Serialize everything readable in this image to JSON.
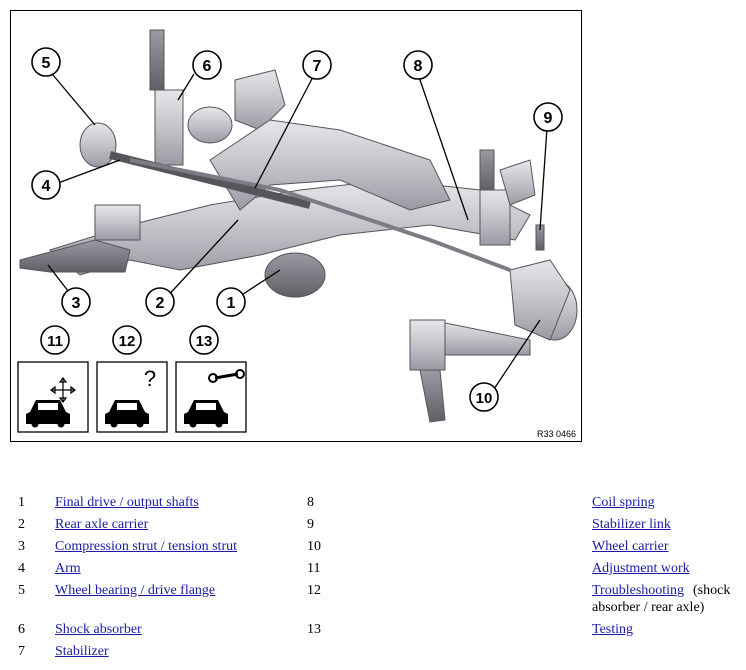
{
  "diagram": {
    "callouts": [
      "1",
      "2",
      "3",
      "4",
      "5",
      "6",
      "7",
      "8",
      "9",
      "10",
      "11",
      "12",
      "13"
    ],
    "image_code": "R33 0466",
    "icons": [
      "adjustment-car-icon",
      "troubleshooting-car-icon",
      "testing-car-icon"
    ]
  },
  "legend": {
    "rows": [
      {
        "left_num": "1",
        "left_text": "Final drive / output shafts",
        "right_num": "8",
        "right_text": "Coil spring",
        "right_note": ""
      },
      {
        "left_num": "2",
        "left_text": "Rear axle carrier",
        "right_num": "9",
        "right_text": "Stabilizer link",
        "right_note": ""
      },
      {
        "left_num": "3",
        "left_text": "Compression strut / tension strut",
        "right_num": "10",
        "right_text": "Wheel carrier",
        "right_note": ""
      },
      {
        "left_num": "4",
        "left_text": "Arm",
        "right_num": "11",
        "right_text": "Adjustment work",
        "right_note": ""
      },
      {
        "left_num": "5",
        "left_text": "Wheel bearing / drive flange",
        "right_num": "12",
        "right_text": "Troubleshooting",
        "right_note": "(shock",
        "right_note2": "absorber / rear axle)"
      },
      {
        "left_num": "6",
        "left_text": "Shock absorber",
        "right_num": "13",
        "right_text": "Testing",
        "right_note": ""
      },
      {
        "left_num": "7",
        "left_text": "Stabilizer",
        "right_num": "",
        "right_text": "",
        "right_note": ""
      }
    ]
  },
  "colors": {
    "link": "#1a1aa6",
    "frame": "#000000",
    "metal": "#c9c9cf"
  }
}
